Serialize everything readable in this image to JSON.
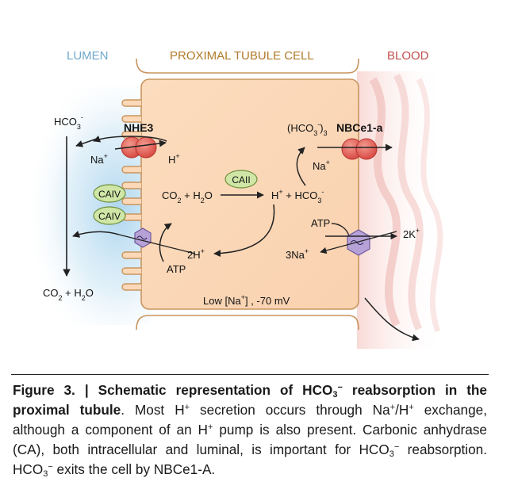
{
  "regions": {
    "lumen": "LUMEN",
    "cell": "PROXIMAL TUBULE CELL",
    "blood": "BLOOD"
  },
  "transporters": {
    "nhe3": "NHE3",
    "nbce1a": "NBCe1-a",
    "caii": "CAII",
    "caiv_1": "CAIV",
    "caiv_2": "CAIV"
  },
  "species": {
    "hco3_lumen": "HCO",
    "hco3_lumen_sub": "3",
    "hco3_lumen_sup": "-",
    "na_lumen": "Na",
    "na_lumen_sup": "+",
    "h_lumen": "H",
    "h_lumen_sup": "+",
    "co2_lumen": "CO",
    "co2_lumen_sub": "2",
    "plus_h2o_lumen": " + H",
    "h2o_lumen_sub": "2",
    "o_lumen": "O",
    "co2_cell": "CO",
    "co2_cell_sub": "2",
    "plus_h2o_cell": " + H",
    "h2o_cell_sub": "2",
    "o_cell": "O",
    "h_cell": "H",
    "h_cell_sup": "+",
    "plus_hco3_cell": " + HCO",
    "hco3_cell_sub": "3",
    "hco3_cell_sup": "-",
    "twoh": "2H",
    "twoh_sup": "+",
    "atp_apical": "ATP",
    "hco3_3_open": "(HCO",
    "hco3_3_sub": "3",
    "hco3_3_sup": "-",
    "hco3_3_close": ")",
    "hco3_3_count": "3",
    "na_basal": "Na",
    "na_basal_sup": "+",
    "atp_basal": "ATP",
    "threena": "3Na",
    "threena_sup": "+",
    "twok": "2K",
    "twok_sup": "+",
    "low_na": "Low [Na",
    "low_na_sup": "+",
    "low_na_rest": "] , -70 mV"
  },
  "caption": {
    "label": "Figure 3.",
    "sep": " | ",
    "title_1": "Schematic representation of HCO",
    "title_sub": "3",
    "title_sup": "−",
    "title_2": " reabsorption in the proximal tubule",
    "t1": ". Most H",
    "t1_sup": "+",
    "t2": " secretion occurs through Na",
    "t2_sup": "+",
    "t3": "/H",
    "t3_sup": "+",
    "t4": " exchange, although a component of an H",
    "t4_sup": "+",
    "t5": " pump is also present. Carbonic anhydrase (CA), both intracellular and luminal, is important for HCO",
    "t5_sub": "3",
    "t5_sup": "−",
    "t6": " reabsorption. HCO",
    "t6_sub": "3",
    "t6_sup": "−",
    "t7": " exits the cell by NBCe1-A."
  },
  "colors": {
    "lumen_label": "#6fa8cc",
    "cell_label": "#b07a2a",
    "blood_label": "#c0504d",
    "cell_fill": "#fbd8b8",
    "cell_border": "#c9955e",
    "lumen_glow": "#bcdff2",
    "blood_stripe": "#f2c7c4",
    "exchanger_red": "#e0524d",
    "carbonic_green": "#cfe6a6",
    "pump_purple": "#b7a2d8"
  }
}
